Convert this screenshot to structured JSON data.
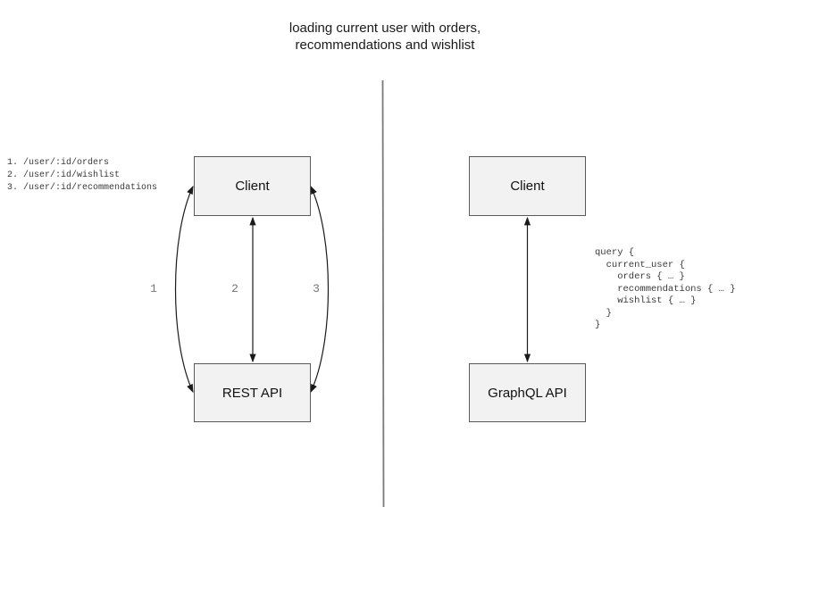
{
  "title": "loading current user with orders,\nrecommendations and wishlist",
  "colors": {
    "box_fill": "#f2f2f2",
    "box_border": "#5a5a5a",
    "arrow": "#1a1a1a",
    "divider": "#7a7a7a",
    "code_text": "#3a3a3a",
    "label_gray": "#757575",
    "title_text": "#1a1a1a"
  },
  "left_panel": {
    "endpoints": "1. /user/:id/orders\n2. /user/:id/wishlist\n3. /user/:id/recommendations",
    "client_label": "Client",
    "api_label": "REST API",
    "arrow_labels": [
      "1",
      "2",
      "3"
    ]
  },
  "right_panel": {
    "client_label": "Client",
    "api_label": "GraphQL API",
    "query": "query {\n  current_user {\n    orders { … }\n    recommendations { … }\n    wishlist { … }\n  }\n}"
  }
}
